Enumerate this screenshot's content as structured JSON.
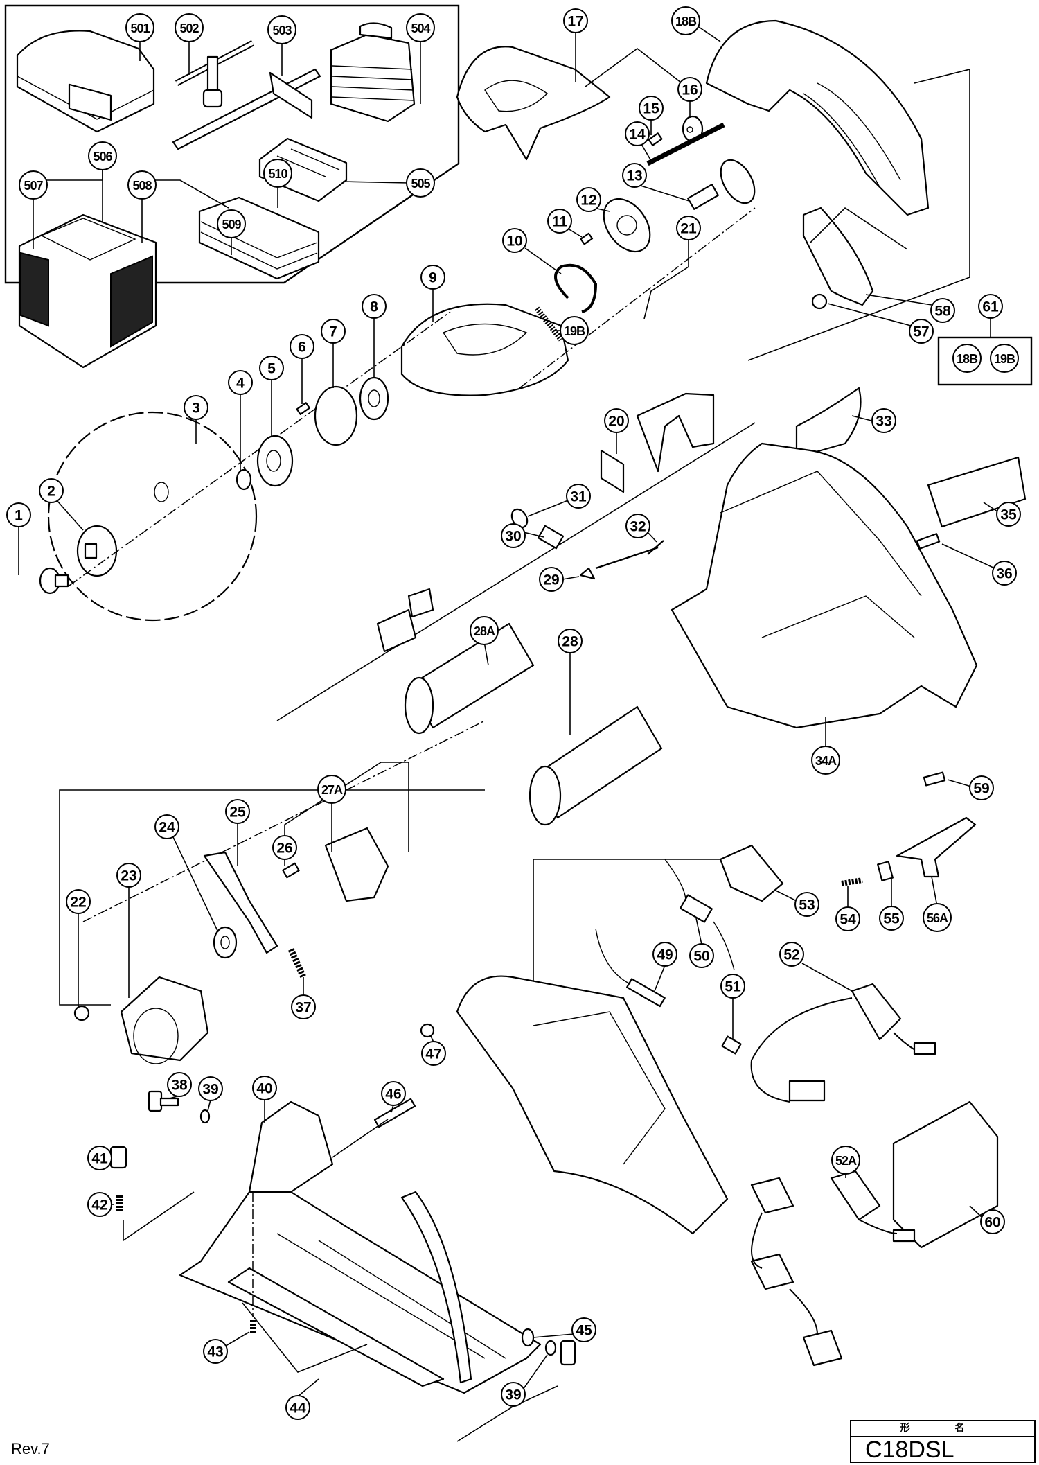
{
  "document": {
    "revision": "Rev.7",
    "title_block": {
      "header": "形 名",
      "model": "C18DSL"
    }
  },
  "accessory_box": {
    "callouts": [
      "501",
      "502",
      "503",
      "504",
      "505",
      "506",
      "507",
      "508",
      "509",
      "510"
    ]
  },
  "parts_group_box": {
    "label": "61",
    "contains": [
      "18B",
      "19B"
    ]
  },
  "callouts": [
    {
      "id": "501",
      "label": "501"
    },
    {
      "id": "502",
      "label": "502"
    },
    {
      "id": "503",
      "label": "503"
    },
    {
      "id": "504",
      "label": "504"
    },
    {
      "id": "505",
      "label": "505"
    },
    {
      "id": "506",
      "label": "506"
    },
    {
      "id": "507",
      "label": "507"
    },
    {
      "id": "508",
      "label": "508"
    },
    {
      "id": "509",
      "label": "509"
    },
    {
      "id": "510",
      "label": "510"
    },
    {
      "id": "1",
      "label": "1"
    },
    {
      "id": "2",
      "label": "2"
    },
    {
      "id": "3",
      "label": "3"
    },
    {
      "id": "4",
      "label": "4"
    },
    {
      "id": "5",
      "label": "5"
    },
    {
      "id": "6",
      "label": "6"
    },
    {
      "id": "7",
      "label": "7"
    },
    {
      "id": "8",
      "label": "8"
    },
    {
      "id": "9",
      "label": "9"
    },
    {
      "id": "10",
      "label": "10"
    },
    {
      "id": "11",
      "label": "11"
    },
    {
      "id": "12",
      "label": "12"
    },
    {
      "id": "13",
      "label": "13"
    },
    {
      "id": "14",
      "label": "14"
    },
    {
      "id": "15",
      "label": "15"
    },
    {
      "id": "16",
      "label": "16"
    },
    {
      "id": "17",
      "label": "17"
    },
    {
      "id": "18B",
      "label": "18B"
    },
    {
      "id": "19B",
      "label": "19B"
    },
    {
      "id": "20",
      "label": "20"
    },
    {
      "id": "21",
      "label": "21"
    },
    {
      "id": "22",
      "label": "22"
    },
    {
      "id": "23",
      "label": "23"
    },
    {
      "id": "24",
      "label": "24"
    },
    {
      "id": "25",
      "label": "25"
    },
    {
      "id": "26",
      "label": "26"
    },
    {
      "id": "27A",
      "label": "27A"
    },
    {
      "id": "28",
      "label": "28"
    },
    {
      "id": "28A",
      "label": "28A"
    },
    {
      "id": "29",
      "label": "29"
    },
    {
      "id": "30",
      "label": "30"
    },
    {
      "id": "31",
      "label": "31"
    },
    {
      "id": "32",
      "label": "32"
    },
    {
      "id": "33",
      "label": "33"
    },
    {
      "id": "34A",
      "label": "34A"
    },
    {
      "id": "35",
      "label": "35"
    },
    {
      "id": "36",
      "label": "36"
    },
    {
      "id": "37",
      "label": "37"
    },
    {
      "id": "38",
      "label": "38"
    },
    {
      "id": "39",
      "label": "39"
    },
    {
      "id": "40",
      "label": "40"
    },
    {
      "id": "41",
      "label": "41"
    },
    {
      "id": "42",
      "label": "42"
    },
    {
      "id": "43",
      "label": "43"
    },
    {
      "id": "44",
      "label": "44"
    },
    {
      "id": "45",
      "label": "45"
    },
    {
      "id": "46",
      "label": "46"
    },
    {
      "id": "47",
      "label": "47"
    },
    {
      "id": "49",
      "label": "49"
    },
    {
      "id": "50",
      "label": "50"
    },
    {
      "id": "51",
      "label": "51"
    },
    {
      "id": "52",
      "label": "52"
    },
    {
      "id": "52A",
      "label": "52A"
    },
    {
      "id": "53",
      "label": "53"
    },
    {
      "id": "54",
      "label": "54"
    },
    {
      "id": "55",
      "label": "55"
    },
    {
      "id": "56A",
      "label": "56A"
    },
    {
      "id": "57",
      "label": "57"
    },
    {
      "id": "58",
      "label": "58"
    },
    {
      "id": "59",
      "label": "59"
    },
    {
      "id": "60",
      "label": "60"
    },
    {
      "id": "61",
      "label": "61"
    },
    {
      "id": "18B-kit",
      "label": "18B"
    },
    {
      "id": "19B-kit",
      "label": "19B"
    },
    {
      "id": "39-b",
      "label": "39"
    }
  ]
}
